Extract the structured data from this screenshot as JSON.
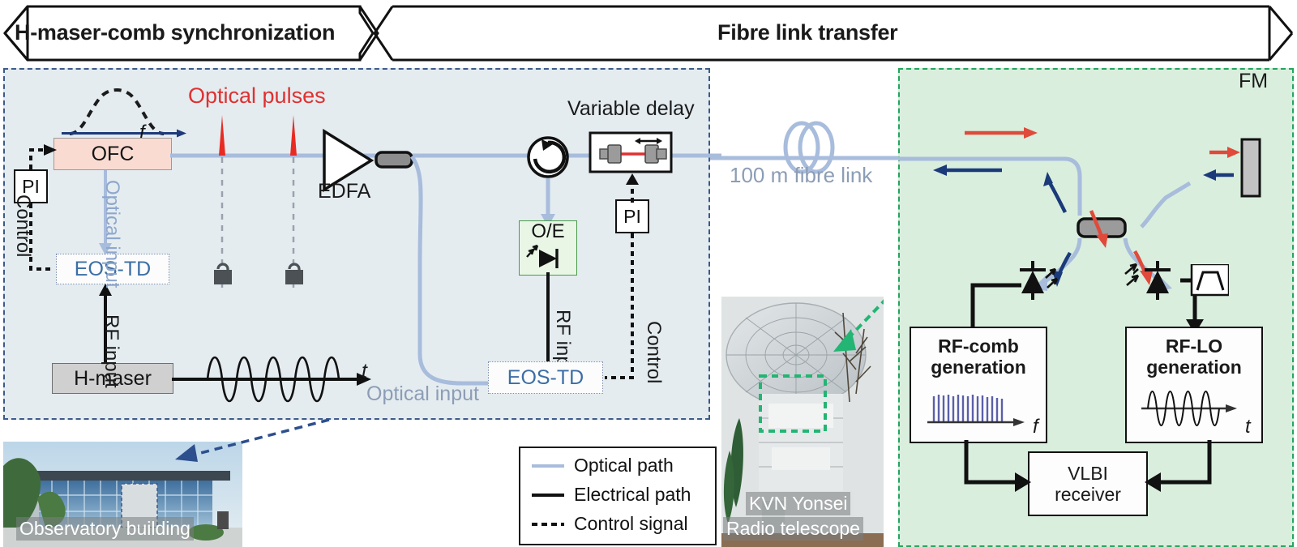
{
  "figure": {
    "type": "optical-rf-transfer-schematic",
    "banners": [
      {
        "id": "banner-left",
        "label": "H-maser-comb synchronization"
      },
      {
        "id": "banner-right",
        "label": "Fibre link transfer"
      }
    ]
  },
  "left_panel": {
    "name": "H-maser-comb synchronization panel",
    "border_color": "#3d5a8a",
    "fill_color": "#e4ecf0",
    "spectrum": {
      "axis_label": "f",
      "caption": ""
    },
    "blocks": {
      "ofc": "OFC",
      "pi": "PI",
      "eos_td": "EOS-TD",
      "h_maser": "H-maser",
      "edfa": "EDFA",
      "oe": "O/E",
      "pi2": "PI",
      "eos_td2": "EOS-TD",
      "variable_delay": "Variable delay"
    },
    "labels": {
      "optical_pulses": "Optical pulses",
      "optical_input_1": "Optical input",
      "control_1": "Control",
      "rf_input_1": "RF input",
      "rf_input_2": "RF input",
      "control_2": "Control",
      "optical_input_2": "Optical input",
      "time_axis": "t"
    },
    "colors": {
      "optical_pulses": "#e03030",
      "optical_path": "#a8bcdc",
      "ofc_fill": "#fadbd2",
      "hmaser_fill": "#d0d0d0",
      "eos_text": "#3b6ea5"
    }
  },
  "fibre_link": {
    "label": "100 m fibre link",
    "color": "#a8bcdc"
  },
  "right_panel": {
    "name": "Fibre link transfer remote site panel",
    "border_color": "#22a55e",
    "fill_color": "#d9eedd",
    "blocks": {
      "fm": "FM",
      "rf_comb_generation": "RF-comb\ngeneration",
      "rf_comb_line1": "RF-comb",
      "rf_comb_line2": "generation",
      "rf_lo_line1": "RF-LO",
      "rf_lo_line2": "generation",
      "vlbi_line1": "VLBI",
      "vlbi_line2": "receiver"
    },
    "axis_labels": {
      "comb_axis": "f",
      "lo_axis": "t"
    },
    "arrow_colors": {
      "forward": "#e04a3a",
      "backward": "#1a3a7a"
    }
  },
  "photos": [
    {
      "id": "observatory-photo",
      "caption": "Observatory building"
    },
    {
      "id": "telescope-photo",
      "caption_line1": "KVN Yonsei",
      "caption_line2": "Radio telescope"
    }
  ],
  "legend": {
    "items": [
      {
        "label": "Optical path",
        "style": "solid",
        "color": "#a8bcdc"
      },
      {
        "label": "Electrical path",
        "style": "solid",
        "color": "#111111"
      },
      {
        "label": "Control signal",
        "style": "dashed",
        "color": "#111111"
      }
    ]
  }
}
